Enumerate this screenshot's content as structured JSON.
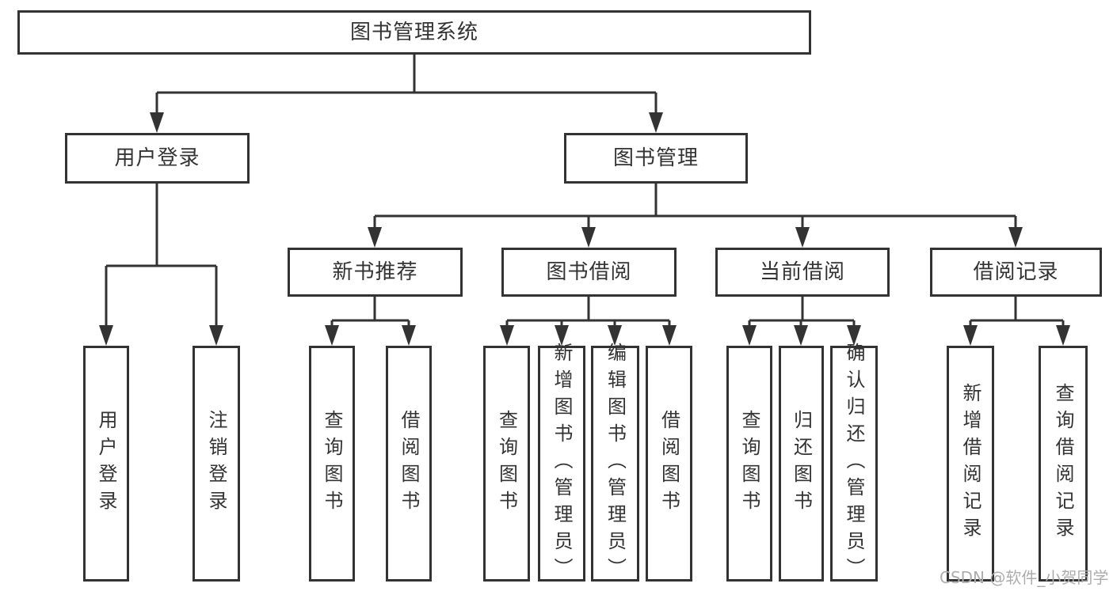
{
  "diagram": {
    "root": {
      "label": "图书管理系统"
    },
    "level1": [
      {
        "label": "用户登录",
        "children": [
          {
            "label": "用户登录"
          },
          {
            "label": "注销登录"
          }
        ]
      },
      {
        "label": "图书管理",
        "children": [
          {
            "label": "新书推荐",
            "children": [
              {
                "label": "查询图书"
              },
              {
                "label": "借阅图书"
              }
            ]
          },
          {
            "label": "图书借阅",
            "children": [
              {
                "label": "查询图书"
              },
              {
                "label": "新增图书（管理员）"
              },
              {
                "label": "编辑图书（管理员）"
              },
              {
                "label": "借阅图书"
              }
            ]
          },
          {
            "label": "当前借阅",
            "children": [
              {
                "label": "查询图书"
              },
              {
                "label": "归还图书"
              },
              {
                "label": "确认归还（管理员）"
              }
            ]
          },
          {
            "label": "借阅记录",
            "children": [
              {
                "label": "新增借阅记录"
              },
              {
                "label": "查询借阅记录"
              }
            ]
          }
        ]
      }
    ]
  },
  "watermark": {
    "text": "CSDN @软件_小贺同学"
  },
  "colors": {
    "line": "#333333",
    "text": "#333333",
    "box_background": "#ffffff",
    "watermark": "#adadad"
  }
}
